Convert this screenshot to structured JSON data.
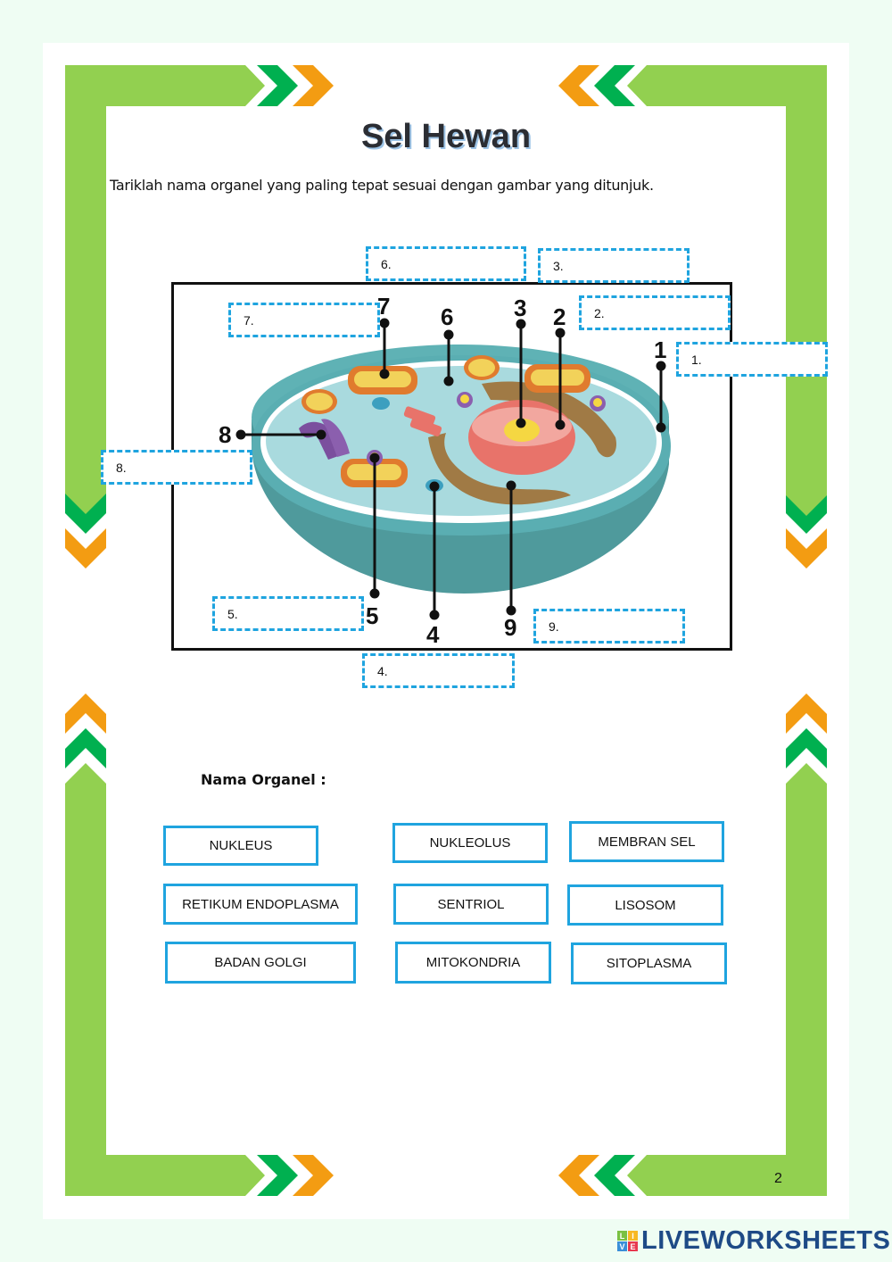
{
  "worksheet": {
    "title": "Sel Hewan",
    "instruction": "Tariklah nama organel yang paling tepat sesuai dengan gambar yang ditunjuk.",
    "page_number": "2"
  },
  "colors": {
    "frame_green": "#92d050",
    "chevron_green": "#00b050",
    "chevron_orange": "#f39c12",
    "dropbox_blue": "#1fa4df",
    "background": "#effdf3"
  },
  "diagram": {
    "image": "animal-cell-illustration",
    "pointer_numbers": [
      "1",
      "2",
      "3",
      "4",
      "5",
      "6",
      "7",
      "8",
      "9"
    ],
    "drop_boxes": [
      {
        "label": "1."
      },
      {
        "label": "2."
      },
      {
        "label": "3."
      },
      {
        "label": "4."
      },
      {
        "label": "5."
      },
      {
        "label": "6."
      },
      {
        "label": "7."
      },
      {
        "label": "8."
      },
      {
        "label": "9."
      }
    ]
  },
  "organelles": {
    "heading": "Nama Organel :",
    "options": [
      "NUKLEUS",
      "NUKLEOLUS",
      "MEMBRAN SEL",
      "RETIKUM ENDOPLASMA",
      "SENTRIOL",
      "LISOSOM",
      "BADAN GOLGI",
      "MITOKONDRIA",
      "SITOPLASMA"
    ]
  },
  "branding": {
    "logo_letters": [
      "L",
      "I",
      "V",
      "E"
    ],
    "name": "LIVEWORKSHEETS"
  }
}
